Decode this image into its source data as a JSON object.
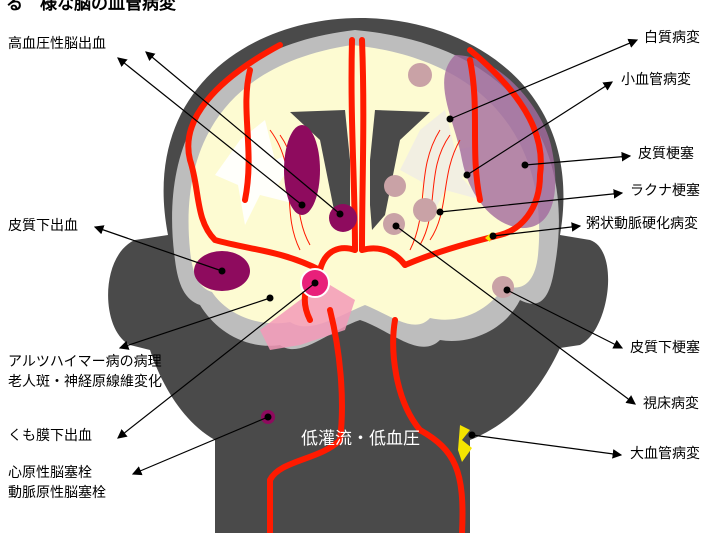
{
  "header": {
    "title_partial": "る　様な脳の血管病変"
  },
  "labels": {
    "hypertensive_hemorrhage": "高血圧性脳出血",
    "subcortical_hemorrhage": "皮質下出血",
    "alzheimer_line1": "アルツハイマー病の病理",
    "alzheimer_line2": "老人斑・神経原線維変化",
    "subarachnoid_hemorrhage": "くも膜下出血",
    "cardiogenic_embolism": "心原性脳塞栓",
    "artery_to_artery_embolism": "動脈原性脳塞栓",
    "white_matter_lesion": "白質病変",
    "small_vessel_disease": "小血管病変",
    "cortical_infarct": "皮質梗塞",
    "lacunar_infarct": "ラクナ梗塞",
    "atherosclerosis": "粥状動脈硬化病変",
    "subcortical_infarct": "皮質下梗塞",
    "thalamic_lesion": "視床病変",
    "large_vessel_disease": "大血管病変",
    "hypoperfusion": "低灌流・低血圧"
  },
  "colors": {
    "head": "#4a4a4a",
    "cortex_gray": "#bdbdbd",
    "white_matter": "#fdfbd2",
    "vessel": "#ff1a00",
    "hemorrhage": "#8e0b5e",
    "infarct": "#c9a2a6",
    "cortical_infarct_zone": "#a36a9e",
    "amyloid": "#f39ab8"
  }
}
